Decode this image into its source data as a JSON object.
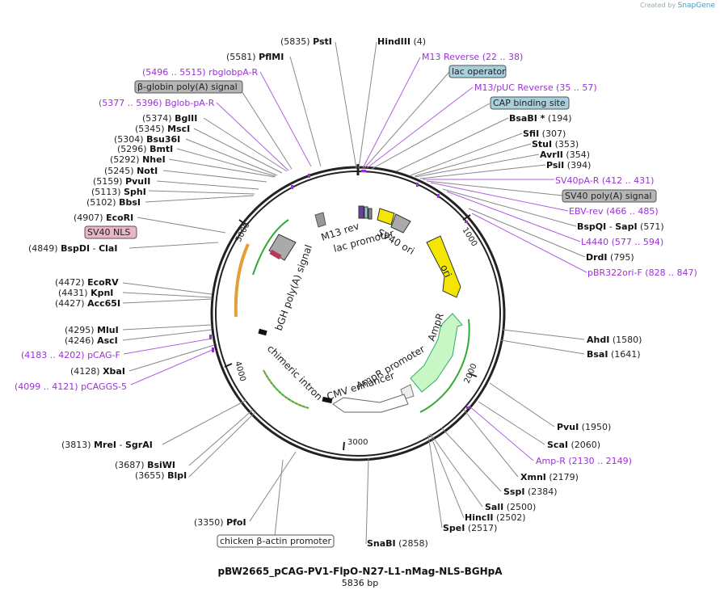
{
  "brand": {
    "created_by": "Created by",
    "name": "SnapGene"
  },
  "title": "pBW2665_pCAG-PV1-FlpO-N27-L1-nMag-NLS-BGHpA",
  "subtitle": "5836 bp",
  "colors": {
    "primer": "#9b30d9",
    "backbone": "#222222",
    "feature_arrow": "#6ab04c"
  },
  "ticks": [
    "1000",
    "2000",
    "3000",
    "4000",
    "5000"
  ],
  "labels": [
    {
      "id": "pstI",
      "pos": "(5835)",
      "name": "PstI",
      "type": "enzyme"
    },
    {
      "id": "hindIII",
      "name": "HindIII",
      "pos": "(4)",
      "type": "enzyme"
    },
    {
      "id": "m13rev",
      "name": "M13 Reverse",
      "pos": "(22 .. 38)",
      "type": "primer"
    },
    {
      "id": "lacop",
      "name": "lac operator",
      "type": "box-blue"
    },
    {
      "id": "m13puc",
      "name": "M13/pUC Reverse",
      "pos": "(35 .. 57)",
      "type": "primer"
    },
    {
      "id": "cap",
      "name": "CAP binding site",
      "type": "box-blue"
    },
    {
      "id": "bsabi",
      "name": "BsaBI *",
      "pos": "(194)",
      "type": "enzyme"
    },
    {
      "id": "sfii",
      "name": "SfiI",
      "pos": "(307)",
      "type": "enzyme"
    },
    {
      "id": "stui",
      "name": "StuI",
      "pos": "(353)",
      "type": "enzyme"
    },
    {
      "id": "avrii",
      "name": "AvrII",
      "pos": "(354)",
      "type": "enzyme"
    },
    {
      "id": "psii",
      "name": "PsiI",
      "pos": "(394)",
      "type": "enzyme"
    },
    {
      "id": "sv40par",
      "name": "SV40pA-R",
      "pos": "(412 .. 431)",
      "type": "primer"
    },
    {
      "id": "sv40polya",
      "name": "SV40 poly(A) signal",
      "type": "box-gray"
    },
    {
      "id": "ebvrev",
      "name": "EBV-rev",
      "pos": "(466 .. 485)",
      "type": "primer"
    },
    {
      "id": "bspqi",
      "name": "BspQI",
      "extra": "SapI",
      "pos": "(571)",
      "type": "enzyme"
    },
    {
      "id": "l4440",
      "name": "L4440",
      "pos": "(577 .. 594)",
      "type": "primer"
    },
    {
      "id": "drdi",
      "name": "DrdI",
      "pos": "(795)",
      "type": "enzyme"
    },
    {
      "id": "pbr322",
      "name": "pBR322ori-F",
      "pos": "(828 .. 847)",
      "type": "primer"
    },
    {
      "id": "ahdi",
      "name": "AhdI",
      "pos": "(1580)",
      "type": "enzyme"
    },
    {
      "id": "bsai",
      "name": "BsaI",
      "pos": "(1641)",
      "type": "enzyme"
    },
    {
      "id": "pvui",
      "name": "PvuI",
      "pos": "(1950)",
      "type": "enzyme"
    },
    {
      "id": "scai",
      "name": "ScaI",
      "pos": "(2060)",
      "type": "enzyme"
    },
    {
      "id": "ampr",
      "name": "Amp-R",
      "pos": "(2130 .. 2149)",
      "type": "primer"
    },
    {
      "id": "xmni",
      "name": "XmnI",
      "pos": "(2179)",
      "type": "enzyme"
    },
    {
      "id": "sspi",
      "name": "SspI",
      "pos": "(2384)",
      "type": "enzyme"
    },
    {
      "id": "sali",
      "name": "SalI",
      "pos": "(2500)",
      "type": "enzyme"
    },
    {
      "id": "hincii",
      "name": "HincII",
      "pos": "(2502)",
      "type": "enzyme"
    },
    {
      "id": "spei",
      "name": "SpeI",
      "pos": "(2517)",
      "type": "enzyme"
    },
    {
      "id": "snabi",
      "name": "SnaBI",
      "pos": "(2858)",
      "type": "enzyme"
    },
    {
      "id": "cbap",
      "name": "chicken β-actin promoter",
      "type": "box-white"
    },
    {
      "id": "pfoi",
      "pos": "(3350)",
      "name": "PfoI",
      "type": "enzyme"
    },
    {
      "id": "bsiwi",
      "pos": "(3687)",
      "name": "BsiWI",
      "type": "enzyme"
    },
    {
      "id": "blpi",
      "pos": "(3655)",
      "name": "BlpI",
      "type": "enzyme"
    },
    {
      "id": "mrei",
      "pos": "(3813)",
      "name": "MreI",
      "extra": "SgrAI",
      "type": "enzyme"
    },
    {
      "id": "pcaggs",
      "pos": "(4099 .. 4121)",
      "name": "pCAGGS-5",
      "type": "primer"
    },
    {
      "id": "xbai",
      "pos": "(4128)",
      "name": "XbaI",
      "type": "enzyme"
    },
    {
      "id": "pcag",
      "pos": "(4183 .. 4202)",
      "name": "pCAG-F",
      "type": "primer"
    },
    {
      "id": "asci",
      "pos": "(4246)",
      "name": "AscI",
      "type": "enzyme"
    },
    {
      "id": "mlui",
      "pos": "(4295)",
      "name": "MluI",
      "type": "enzyme"
    },
    {
      "id": "acc65i",
      "pos": "(4427)",
      "name": "Acc65I",
      "type": "enzyme"
    },
    {
      "id": "kpni",
      "pos": "(4431)",
      "name": "KpnI",
      "type": "enzyme"
    },
    {
      "id": "ecorv",
      "pos": "(4472)",
      "name": "EcoRV",
      "type": "enzyme"
    },
    {
      "id": "bspdi",
      "pos": "(4849)",
      "name": "BspDI",
      "extra": "ClaI",
      "type": "enzyme"
    },
    {
      "id": "sv40nls",
      "name": "SV40 NLS",
      "type": "box-pink"
    },
    {
      "id": "ecori",
      "pos": "(4907)",
      "name": "EcoRI",
      "type": "enzyme"
    },
    {
      "id": "bbsi",
      "pos": "(5102)",
      "name": "BbsI",
      "type": "enzyme"
    },
    {
      "id": "sphi",
      "pos": "(5113)",
      "name": "SphI",
      "type": "enzyme"
    },
    {
      "id": "pvuii",
      "pos": "(5159)",
      "name": "PvuII",
      "type": "enzyme"
    },
    {
      "id": "noti",
      "pos": "(5245)",
      "name": "NotI",
      "type": "enzyme"
    },
    {
      "id": "nhei",
      "pos": "(5292)",
      "name": "NheI",
      "type": "enzyme"
    },
    {
      "id": "bmti",
      "pos": "(5296)",
      "name": "BmtI",
      "type": "enzyme"
    },
    {
      "id": "bsu36i",
      "pos": "(5304)",
      "name": "Bsu36I",
      "type": "enzyme"
    },
    {
      "id": "msci",
      "pos": "(5345)",
      "name": "MscI",
      "type": "enzyme"
    },
    {
      "id": "bglii",
      "pos": "(5374)",
      "name": "BglII",
      "type": "enzyme"
    },
    {
      "id": "bglobpar",
      "pos": "(5377 .. 5396)",
      "name": "Bglob-pA-R",
      "type": "primer"
    },
    {
      "id": "bglobin",
      "name": "β-globin poly(A) signal",
      "type": "box-gray"
    },
    {
      "id": "rbglob",
      "pos": "(5496 .. 5515)",
      "name": "rbglobpA-R",
      "type": "primer"
    },
    {
      "id": "pfimi",
      "pos": "(5581)",
      "name": "PflMI",
      "type": "enzyme"
    }
  ],
  "features": [
    {
      "id": "m13rev-f",
      "name": "M13 rev"
    },
    {
      "id": "lacprom-f",
      "name": "lac promoter"
    },
    {
      "id": "sv40ori-f",
      "name": "SV40 ori"
    },
    {
      "id": "ori-f",
      "name": "ori"
    },
    {
      "id": "ampr-f",
      "name": "AmpR"
    },
    {
      "id": "amprprom-f",
      "name": "AmpR promoter"
    },
    {
      "id": "cmv-f",
      "name": "CMV enhancer"
    },
    {
      "id": "chim-f",
      "name": "chimeric intron"
    },
    {
      "id": "bgh-f",
      "name": "bGH poly(A) signal"
    }
  ]
}
